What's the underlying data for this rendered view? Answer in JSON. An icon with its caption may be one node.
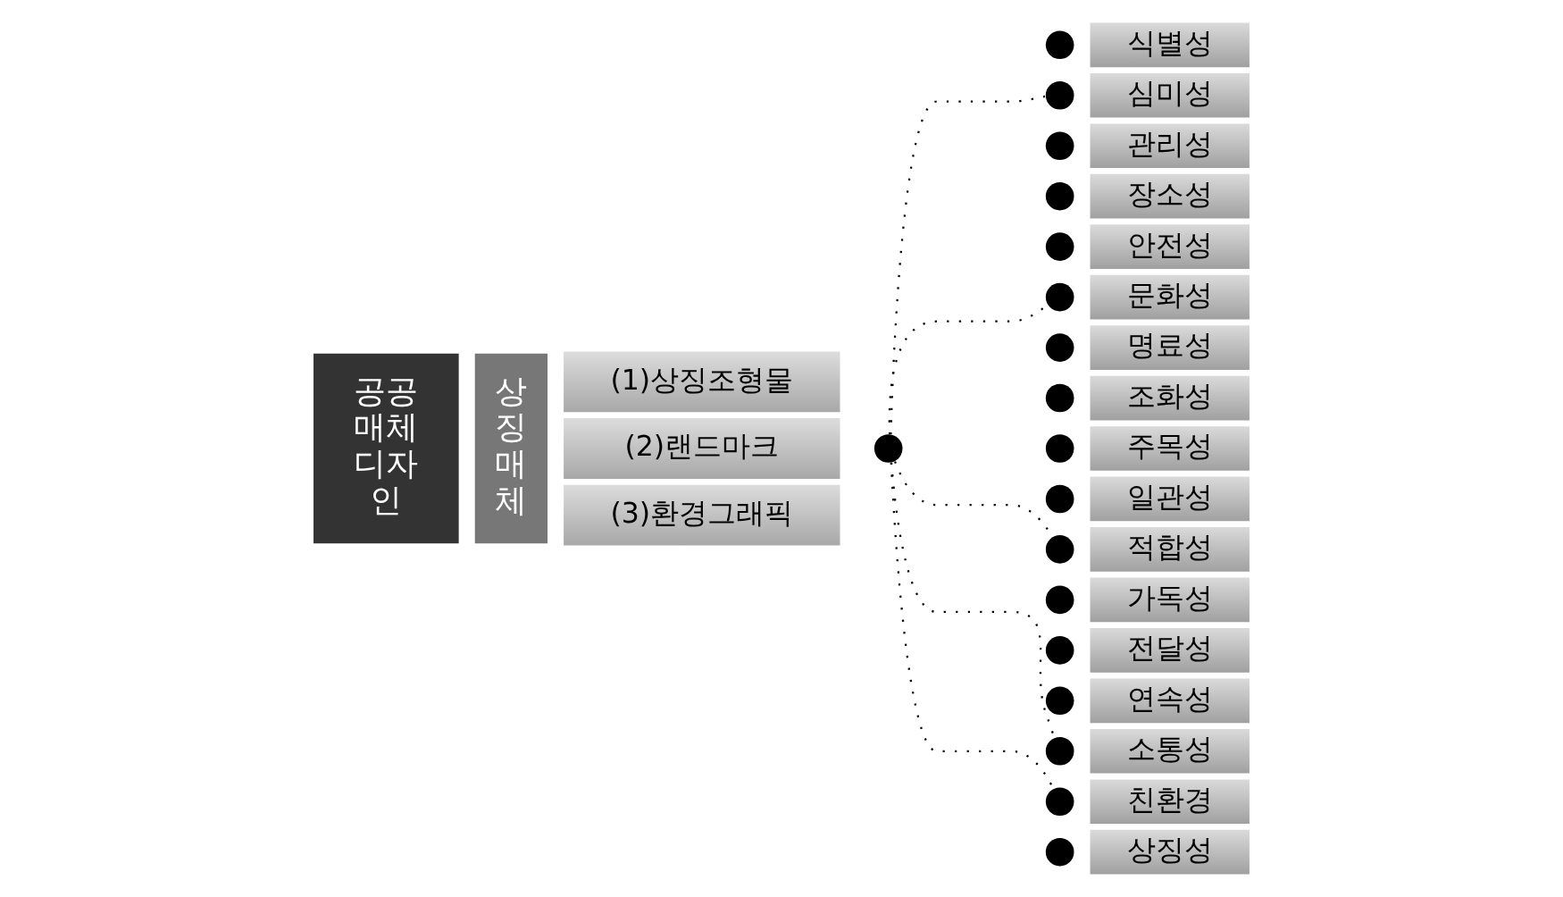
{
  "diagram": {
    "nodes": [
      {
        "text": [
          "공공매체디자인"
        ]
      },
      {
        "text": [
          "상징매체"
        ]
      },
      {
        "text": [
          "(1)상징조형물"
        ]
      },
      {
        "text": [
          "(2)랜드마크"
        ]
      },
      {
        "text": [
          "(3)환경그래픽"
        ]
      },
      {
        "text": [],
        "shape": "circle"
      },
      {
        "text": [],
        "shape": "circle"
      },
      {
        "text": [
          "식별성"
        ]
      },
      {
        "text": [],
        "shape": "circle"
      },
      {
        "text": [
          "심미성"
        ]
      },
      {
        "text": [],
        "shape": "circle"
      },
      {
        "text": [
          "관리성"
        ]
      },
      {
        "text": [],
        "shape": "circle"
      },
      {
        "text": [
          "장소성"
        ]
      },
      {
        "text": [],
        "shape": "circle"
      },
      {
        "text": [
          "안전성"
        ]
      },
      {
        "text": [],
        "shape": "circle"
      },
      {
        "text": [
          "문화성"
        ]
      },
      {
        "text": [],
        "shape": "circle"
      },
      {
        "text": [
          "명료성"
        ]
      },
      {
        "text": [],
        "shape": "circle"
      },
      {
        "text": [
          "조화성"
        ]
      },
      {
        "text": [],
        "shape": "circle"
      },
      {
        "text": [
          "주목성"
        ]
      },
      {
        "text": [],
        "shape": "circle"
      },
      {
        "text": [
          "일관성"
        ]
      },
      {
        "text": [],
        "shape": "circle"
      },
      {
        "text": [
          "적합성"
        ]
      },
      {
        "text": [],
        "shape": "circle"
      },
      {
        "text": [
          "가독성"
        ]
      },
      {
        "text": [],
        "shape": "circle"
      },
      {
        "text": [
          "전달성"
        ]
      },
      {
        "text": [],
        "shape": "circle"
      },
      {
        "text": [
          "연속성"
        ]
      },
      {
        "text": [],
        "shape": "circle"
      },
      {
        "text": [
          "소통성"
        ]
      },
      {
        "text": [],
        "shape": "circle"
      },
      {
        "text": [
          "친환경"
        ]
      },
      {
        "text": [],
        "shape": "circle"
      },
      {
        "text": [
          "상징성"
        ]
      }
    ],
    "edges": [
      {
        "from": 5,
        "to": 8,
        "arrow": "none"
      },
      {
        "from": 5,
        "to": 16,
        "arrow": "none"
      },
      {
        "from": 5,
        "to": 26,
        "arrow": "none"
      },
      {
        "from": 5,
        "to": 34,
        "arrow": "none"
      },
      {
        "from": 5,
        "to": 36,
        "arrow": "none"
      }
    ]
  }
}
